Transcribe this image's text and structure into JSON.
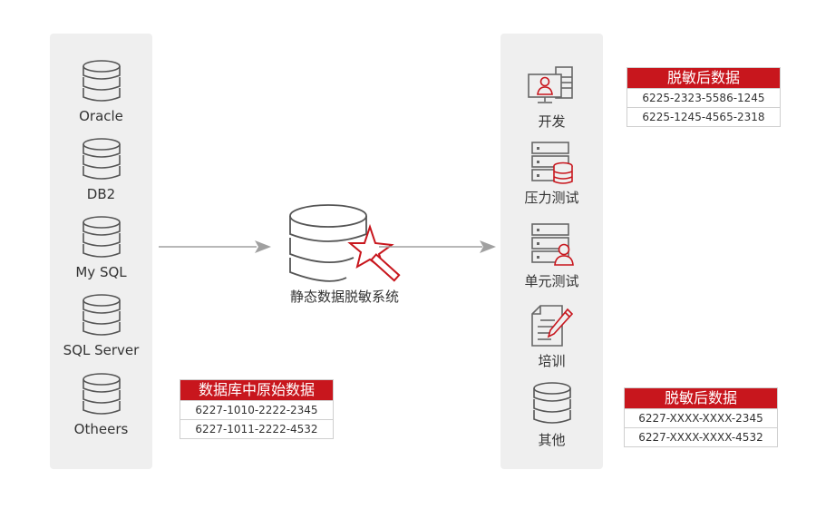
{
  "sources": {
    "items": [
      {
        "label": "Oracle",
        "icon": "database-icon"
      },
      {
        "label": "DB2",
        "icon": "database-icon"
      },
      {
        "label": "My SQL",
        "icon": "database-icon"
      },
      {
        "label": "SQL Server",
        "icon": "database-icon"
      },
      {
        "label": "Otheers",
        "icon": "database-icon"
      }
    ]
  },
  "original_table": {
    "title": "数据库中原始数据",
    "rows": [
      "6227-1010-2222-2345",
      "6227-1011-2222-4532"
    ]
  },
  "center": {
    "label": "静态数据脱敏系统",
    "icon": "database-magic-wand-icon"
  },
  "targets": {
    "items": [
      {
        "label": "开发",
        "icon": "developer-workstation-icon"
      },
      {
        "label": "压力测试",
        "icon": "server-database-icon"
      },
      {
        "label": "单元测试",
        "icon": "server-user-icon"
      },
      {
        "label": "培训",
        "icon": "document-pen-icon"
      },
      {
        "label": "其他",
        "icon": "database-icon"
      }
    ]
  },
  "masked_table_top": {
    "title": "脱敏后数据",
    "rows": [
      "6225-2323-5586-1245",
      "6225-1245-4565-2318"
    ]
  },
  "masked_table_bottom": {
    "title": "脱敏后数据",
    "rows": [
      "6227-XXXX-XXXX-2345",
      "6227-XXXX-XXXX-4532"
    ]
  },
  "colors": {
    "accent": "#c8161d",
    "panel": "#efefef",
    "icon_stroke": "#555555",
    "arrow": "#a0a0a0"
  }
}
